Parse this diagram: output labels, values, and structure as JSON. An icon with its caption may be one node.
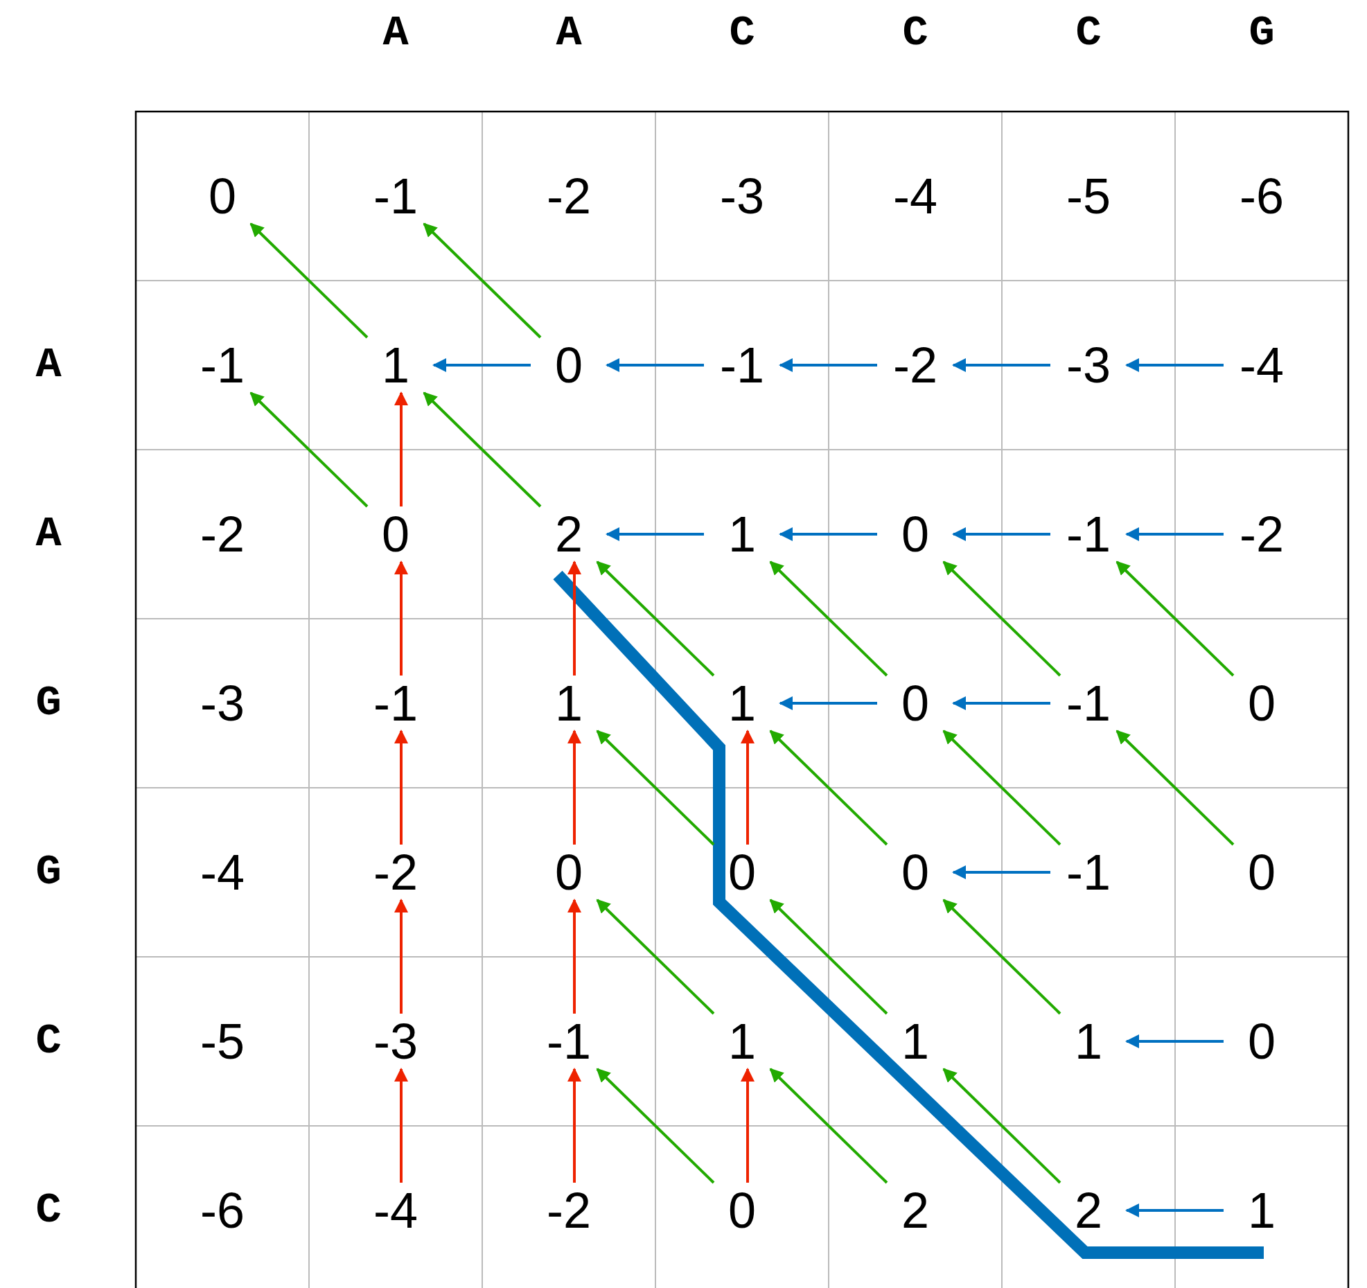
{
  "diagram": {
    "nodes": [
      {
        "text": [
          "0"
        ]
      },
      {
        "text": [
          "-1"
        ]
      },
      {
        "text": [
          "-2"
        ]
      },
      {
        "text": [
          "-3"
        ]
      },
      {
        "text": [
          "-4"
        ]
      },
      {
        "text": [
          "-5"
        ]
      },
      {
        "text": [
          "-6"
        ]
      },
      {
        "text": [
          "-1"
        ]
      },
      {
        "text": [
          "1"
        ]
      },
      {
        "text": [
          "0"
        ]
      },
      {
        "text": [
          "-1"
        ]
      },
      {
        "text": [
          "-2"
        ]
      },
      {
        "text": [
          "-3"
        ]
      },
      {
        "text": [
          "-4"
        ]
      },
      {
        "text": [
          "-2"
        ]
      },
      {
        "text": [
          "0"
        ]
      },
      {
        "text": [
          "2"
        ]
      },
      {
        "text": [
          "1"
        ]
      },
      {
        "text": [
          "0"
        ]
      },
      {
        "text": [
          "-1"
        ]
      },
      {
        "text": [
          "-2"
        ]
      },
      {
        "text": [
          "-3"
        ]
      },
      {
        "text": [
          "-1"
        ]
      },
      {
        "text": [
          "1"
        ]
      },
      {
        "text": [
          "1"
        ]
      },
      {
        "text": [
          "0"
        ]
      },
      {
        "text": [
          "-1"
        ]
      },
      {
        "text": [
          "0"
        ]
      },
      {
        "text": [
          "-4"
        ]
      },
      {
        "text": [
          "-2"
        ]
      },
      {
        "text": [
          "0"
        ]
      },
      {
        "text": [
          "0"
        ]
      },
      {
        "text": [
          "0"
        ]
      },
      {
        "text": [
          "-1"
        ]
      },
      {
        "text": [
          "0"
        ]
      },
      {
        "text": [
          "-5"
        ]
      },
      {
        "text": [
          "-3"
        ]
      },
      {
        "text": [
          "-1"
        ]
      },
      {
        "text": [
          "1"
        ]
      },
      {
        "text": [
          "1"
        ]
      },
      {
        "text": [
          "1"
        ]
      },
      {
        "text": [
          "0"
        ]
      },
      {
        "text": [
          "-6"
        ]
      },
      {
        "text": [
          "-4"
        ]
      },
      {
        "text": [
          "-2"
        ]
      },
      {
        "text": [
          "0"
        ]
      },
      {
        "text": [
          "2"
        ]
      },
      {
        "text": [
          "2"
        ]
      },
      {
        "text": [
          "1"
        ]
      }
    ],
    "edges": [
      {
        "from": 8,
        "to": 0,
        "arrow": "to"
      },
      {
        "from": 9,
        "to": 1,
        "arrow": "to"
      },
      {
        "from": 9,
        "to": 8,
        "arrow": "to",
        "color": "#0070c0"
      },
      {
        "from": 10,
        "to": 9,
        "arrow": "to",
        "color": "#0070c0"
      },
      {
        "from": 11,
        "to": 10,
        "arrow": "to",
        "color": "#0070c0"
      },
      {
        "from": 12,
        "to": 11,
        "arrow": "to",
        "color": "#0070c0"
      },
      {
        "from": 13,
        "to": 12,
        "arrow": "to",
        "color": "#0070c0"
      },
      {
        "from": 15,
        "to": 7,
        "arrow": "to"
      },
      {
        "from": 15,
        "to": 8,
        "arrow": "to",
        "color": "#ee2200"
      },
      {
        "from": 16,
        "to": 8,
        "arrow": "to"
      },
      {
        "from": 17,
        "to": 16,
        "arrow": "to",
        "color": "#0070c0"
      },
      {
        "from": 18,
        "to": 17,
        "arrow": "to",
        "color": "#0070c0"
      },
      {
        "from": 19,
        "to": 18,
        "arrow": "to",
        "color": "#0070c0"
      },
      {
        "from": 20,
        "to": 19,
        "arrow": "to",
        "color": "#0070c0"
      },
      {
        "from": 22,
        "to": 15,
        "arrow": "to",
        "color": "#ee2200"
      },
      {
        "from": 23,
        "to": 16,
        "arrow": "to",
        "color": "#ee2200"
      },
      {
        "from": 24,
        "to": 16,
        "arrow": "to"
      },
      {
        "from": 25,
        "to": 17,
        "arrow": "to"
      },
      {
        "from": 26,
        "to": 18,
        "arrow": "to"
      },
      {
        "from": 27,
        "to": 19,
        "arrow": "to"
      },
      {
        "from": 25,
        "to": 24,
        "arrow": "to",
        "color": "#0070c0"
      },
      {
        "from": 26,
        "to": 25,
        "arrow": "to",
        "color": "#0070c0"
      },
      {
        "from": 29,
        "to": 22,
        "arrow": "to",
        "color": "#ee2200"
      },
      {
        "from": 30,
        "to": 23,
        "arrow": "to",
        "color": "#ee2200"
      },
      {
        "from": 31,
        "to": 23,
        "arrow": "to"
      },
      {
        "from": 31,
        "to": 24,
        "arrow": "to",
        "color": "#ee2200"
      },
      {
        "from": 32,
        "to": 24,
        "arrow": "to"
      },
      {
        "from": 33,
        "to": 25,
        "arrow": "to"
      },
      {
        "from": 34,
        "to": 26,
        "arrow": "to"
      },
      {
        "from": 33,
        "to": 32,
        "arrow": "to",
        "color": "#0070c0"
      },
      {
        "from": 36,
        "to": 29,
        "arrow": "to",
        "color": "#ee2200"
      },
      {
        "from": 37,
        "to": 30,
        "arrow": "to",
        "color": "#ee2200"
      },
      {
        "from": 38,
        "to": 30,
        "arrow": "to"
      },
      {
        "from": 39,
        "to": 31,
        "arrow": "to"
      },
      {
        "from": 40,
        "to": 32,
        "arrow": "to"
      },
      {
        "from": 41,
        "to": 40,
        "arrow": "to",
        "color": "#0070c0"
      },
      {
        "from": 43,
        "to": 36,
        "arrow": "to",
        "color": "#ee2200"
      },
      {
        "from": 44,
        "to": 37,
        "arrow": "to",
        "color": "#ee2200"
      },
      {
        "from": 45,
        "to": 37,
        "arrow": "to"
      },
      {
        "from": 45,
        "to": 38,
        "arrow": "to",
        "color": "#ee2200"
      },
      {
        "from": 46,
        "to": 38,
        "arrow": "to"
      },
      {
        "from": 47,
        "to": 39,
        "arrow": "to"
      },
      {
        "from": 48,
        "to": 47,
        "arrow": "to",
        "color": "#0070c0"
      }
    ],
    "labels": [
      "A",
      "A",
      "C",
      "C",
      "C",
      "G",
      "A",
      "A",
      "G",
      "G",
      "C",
      "C"
    ]
  }
}
